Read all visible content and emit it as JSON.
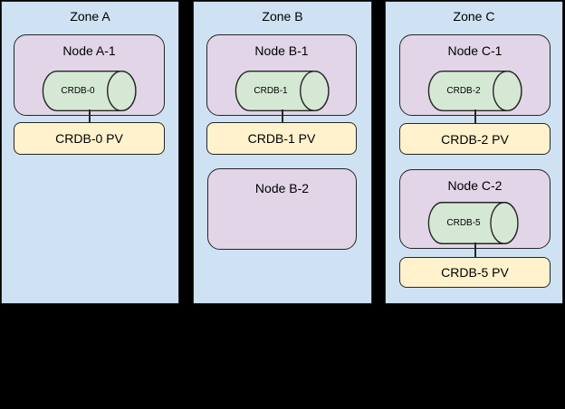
{
  "diagram": {
    "description": "Three availability zones with Kubernetes nodes, CockroachDB pods and persistent volumes",
    "zones": [
      {
        "title": "Zone A",
        "stacks": [
          {
            "node_title": "Node A-1",
            "db_label": "CRDB-0",
            "pv_label": "CRDB-0 PV"
          }
        ]
      },
      {
        "title": "Zone B",
        "stacks": [
          {
            "node_title": "Node B-1",
            "db_label": "CRDB-1",
            "pv_label": "CRDB-1 PV"
          }
        ],
        "empty_node_title": "Node B-2"
      },
      {
        "title": "Zone C",
        "stacks": [
          {
            "node_title": "Node C-1",
            "db_label": "CRDB-2",
            "pv_label": "CRDB-2 PV"
          },
          {
            "node_title": "Node C-2",
            "db_label": "CRDB-5",
            "pv_label": "CRDB-5 PV"
          }
        ]
      }
    ],
    "colors": {
      "background": "#000000",
      "zone_fill": "#cfe2f3",
      "node_fill": "#e1d5e7",
      "database_fill": "#d5e8d4",
      "pv_fill": "#fff2cc",
      "border": "#262626",
      "text": "#000000"
    }
  }
}
